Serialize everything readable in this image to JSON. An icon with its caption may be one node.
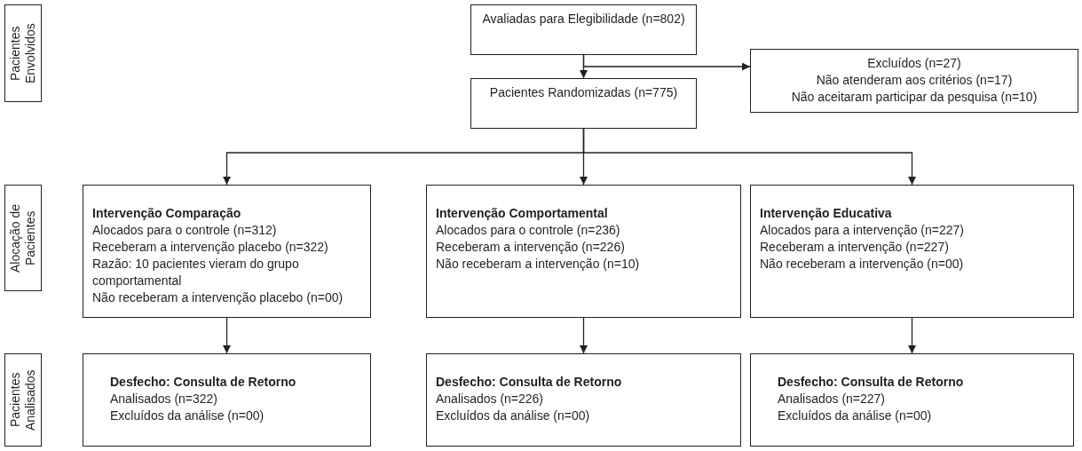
{
  "diagram": {
    "nodes": [
      {
        "text": [
          "Pacientes Envolvidos"
        ]
      },
      {
        "text": [
          "Avaliadas para Elegibilidade (n=802)"
        ]
      },
      {
        "text": [
          "Excluídos (n=27)",
          "Não atenderam aos critérios (n=17)",
          "Não aceitaram participar da pesquisa (n=10)"
        ]
      },
      {
        "text": [
          "Pacientes Randomizadas (n=775)"
        ]
      },
      {
        "text": [
          "Alocação de Pacientes"
        ]
      },
      {
        "text": [
          "Intervenção Comparação",
          "Alocados para o controle (n=312)",
          "Receberam a intervenção placebo (n=322)",
          "Razão: 10 pacientes vieram do grupo comportamental",
          "Não receberam a intervenção placebo (n=00)"
        ]
      },
      {
        "text": [
          "Intervenção Comportamental",
          "Alocados para o controle (n=236)",
          "Receberam a intervenção (n=226)",
          "Não receberam a intervenção (n=10)"
        ]
      },
      {
        "text": [
          "Intervenção Educativa",
          "Alocados para a intervenção (n=227)",
          "Receberam a intervenção (n=227)",
          "Não receberam a intervenção (n=00)"
        ]
      },
      {
        "text": [
          "Pacientes Analisados"
        ]
      },
      {
        "text": [
          "Desfecho: Consulta de Retorno",
          "Analisados (n=322)",
          "Excluídos da análise (n=00)"
        ]
      },
      {
        "text": [
          "Desfecho: Consulta de Retorno",
          "Analisados (n=226)",
          "Excluídos da análise (n=00)"
        ]
      },
      {
        "text": [
          "Desfecho: Consulta de Retorno",
          "Analisados (n=227)",
          "Excluídos da análise (n=00)"
        ]
      }
    ],
    "edges": [
      {
        "from": 1,
        "to": 3,
        "arrow": "to"
      },
      {
        "from": 1,
        "to": 2,
        "arrow": "to"
      },
      {
        "from": 3,
        "to": 5,
        "arrow": "to"
      },
      {
        "from": 3,
        "to": 6,
        "arrow": "to"
      },
      {
        "from": 3,
        "to": 7,
        "arrow": "to"
      },
      {
        "from": 5,
        "to": 9,
        "arrow": "to"
      },
      {
        "from": 6,
        "to": 10,
        "arrow": "to"
      },
      {
        "from": 7,
        "to": 11,
        "arrow": "to"
      }
    ]
  }
}
